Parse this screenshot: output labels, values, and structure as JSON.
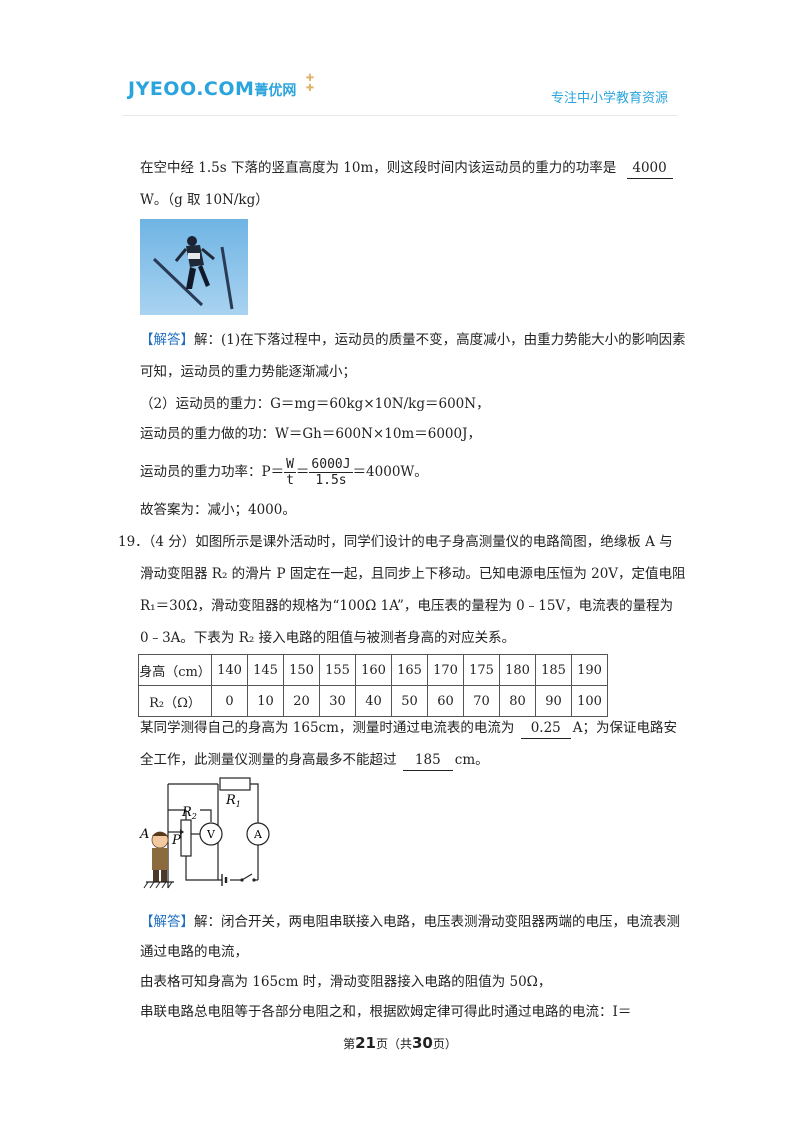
{
  "header": {
    "logo_text": "JYEOO.COM",
    "logo_cn": "菁优网",
    "slogan": "专注中小学教育资源"
  },
  "q18_tail": {
    "line1_pre": "在空中经 1.5s 下落的竖直高度为 10m，则这段时间内该运动员的重力的功率是",
    "line1_answer": "4000",
    "line2": "W。（g 取 10N/kg）"
  },
  "solution18": {
    "tag": "【解答】",
    "line1": "解：(1)在下落过程中，运动员的质量不变，高度减小，由重力势能大小的影响因素",
    "line2": "可知，运动员的重力势能逐渐减小；",
    "line3": "（2）运动员的重力：G＝mg＝60kg×10N/kg＝600N，",
    "line4": "运动员的重力做的功：W＝Gh＝600N×10m＝6000J，",
    "line5_pre": "运动员的重力功率：P＝",
    "frac1_num": "W",
    "frac1_den": "t",
    "eq": "＝",
    "frac2_num": "6000J",
    "frac2_den": "1.5s",
    "line5_post": "＝4000W。",
    "line6": "故答案为：减小；4000。"
  },
  "q19": {
    "line1": "19．（4 分）如图所示是课外活动时，同学们设计的电子身高测量仪的电路简图，绝缘板 A 与",
    "line2": "滑动变阻器 R₂ 的滑片 P 固定在一起，且同步上下移动。已知电源电压恒为 20V，定值电阻",
    "line3": "R₁＝30Ω，滑动变阻器的规格为“100Ω 1A”，电压表的量程为 0﹣15V，电流表的量程为",
    "line4": "0﹣3A。下表为 R₂ 接入电路的阻值与被测者身高的对应关系。",
    "table": {
      "row1_label": "身高（cm）",
      "row1": [
        "140",
        "145",
        "150",
        "155",
        "160",
        "165",
        "170",
        "175",
        "180",
        "185",
        "190"
      ],
      "row2_label": "R₂（Ω）",
      "row2": [
        "0",
        "10",
        "20",
        "30",
        "40",
        "50",
        "60",
        "70",
        "80",
        "90",
        "100"
      ]
    },
    "line5_pre": "某同学测得自己的身高为 165cm，测量时通过电流表的电流为",
    "answer1": "0.25",
    "line5_post": "A；为保证电路安",
    "line6_pre": "全工作，此测量仪测量的身高最多不能超过",
    "answer2": "185",
    "line6_post": "cm。"
  },
  "circuit": {
    "label_R2": "R",
    "label_R2_sub": "2",
    "label_R1": "R",
    "label_R1_sub": "1",
    "label_A": "A",
    "label_P": "P",
    "voltmeter": "V",
    "ammeter": "A"
  },
  "solution19": {
    "tag": "【解答】",
    "line1": "解：闭合开关，两电阻串联接入电路，电压表测滑动变阻器两端的电压，电流表测",
    "line2": "通过电路的电流，",
    "line3": "由表格可知身高为 165cm 时，滑动变阻器接入电路的阻值为 50Ω，",
    "line4": "串联电路总电阻等于各部分电阻之和，根据欧姆定律可得此时通过电路的电流：I＝"
  },
  "footer": {
    "pre": "第",
    "page": "21",
    "mid": "页（共",
    "total": "30",
    "post": "页）"
  }
}
